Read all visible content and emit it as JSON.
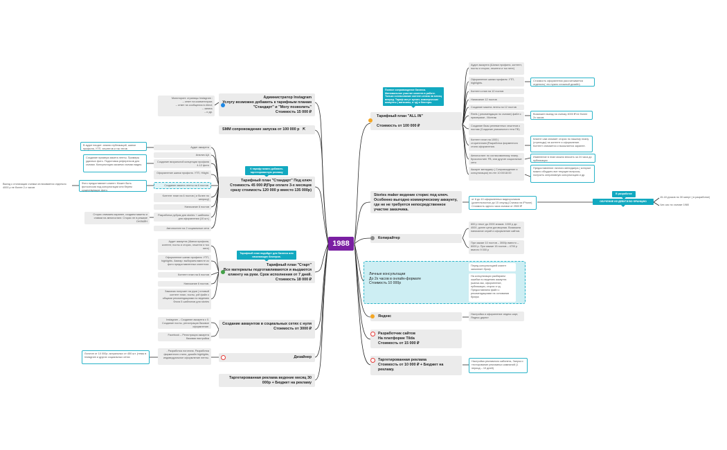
{
  "center": {
    "title": "1988"
  },
  "right": {
    "all_in": {
      "title": "Тарифный план \"ALL IN\"\n\nСтоимость от 100 000 ₽",
      "tag": "Полное сопровождение бизнеса. Минимальное участие клиента в работе. Только согласование контент-плана на месяц вперед. Тариф могут купить коммерческие аккаунты ( магазины, и тд) и блогеры.",
      "items": [
        "Аудит аккаунта (Шапка профиля, контент, посты и сторис, хештеги и тко нете)",
        "Оформление шапки профиля: УТП, highlights.",
        "Контент-план на 12 постов",
        "Написание 12 постов",
        "Создание макета ленты на 12 постов",
        "Reels ( рекомендации по съемке) файл с примерами - Монтаж",
        "Создание базы релевантных хештегов к постам (Создание уникального тега ПБ)",
        "Контент план на 1000 | сторителлинг(Разработка фирменного стиля оформления.",
        "Автопостинг по согласованному плану. Кросспостинг FB, или другие социальные сети",
        "Аккаунт менеджер ( Сопровождение и консультации) пн-птп 10:00/18:00"
      ],
      "notes": [
        "Стоимость оформления рассчитывается отдельно( что нужно сложный дизайн)",
        "Возможен выезд на съемку 4000 ₽ не более 2х часов.",
        "Клиент сам снимает сторис по нашему плану (стрельды) на контент и оформление. Контент снимается и высылается заранее.",
        "Изменение в план можно вносить за 24 часа до публикации",
        "Предоставление личного менеджера ( которые можно обсудить все текущие вопросы, получить оперативную консультацию и др."
      ]
    },
    "stories": {
      "title": "Stories maker ведение сторис под ключ. Особенно выгодно коммерческому аккаунту, где не не требуется непосредственное участие заказчика.",
      "note": "от 6 до 10 оформленных видеороликов (длительностью до 15 секунд.(Съемка на iPhone)\nСтоимость одного часа съемки от 2500 ₽",
      "tag": "В разработке",
      "extra_title": "ОБУЧЕНИЕ ИЗ ДЕВУГИ ВО ФРАНЦИЮ",
      "extra_items": [
        "15-18 уроков по 30 минут ( в разработке)",
        "Чат-час по съемке 1980"
      ]
    },
    "copywriter": {
      "title": "Копирайтер",
      "items": [
        "600 р текст до 2000 знаков. 1000 р до 4000. доплн цена договорная. Возможна написание серий и оформление сайтов.",
        "При заказе 10 постов – 3000р вместо – 6000 р. При заказе 15 постов – 4700 р вместо 9 000 р"
      ]
    },
    "consult": {
      "title": "Личные консультации\nДо 2х часов в онлайн-формате\nСтоимость 10 000р",
      "items": [
        "Перед консультацией клиент заполняет бриф",
        "На консультации разбираем ошибки по ведению аккаунта (шапка акк, оформление, публикации, сторис и тд.\nПредоставляем файл с рекомендациями на основании брифа"
      ]
    },
    "yandex": {
      "title": "Яндекс",
      "items": [
        "Настройка и оформление яндекс карт, Яндекс директ"
      ]
    },
    "tilda": {
      "title": "Разработчик сайтов\nНа платформе Tilda\nСтоимость от 15 000 ₽"
    },
    "target": {
      "title": "Таргетированная реклама\nСтоимость от 10 000 ₽ + Бюджет на рекламу.",
      "note": "Настройка рекламного кабинета, Запуск и тестирование рекламных кампаний (1 период – 10 дней)"
    }
  },
  "left": {
    "admin": {
      "title": "Администратор Instagram\nУслугу возможно добавить к тарифным планам \"Стандарт\" и \"Могу позволить\"\nСтоимость 15 000 ₽",
      "note": "Мониторинг страницы Instagram :\n– ответ на комментарии;\n– ответ на сообщения в direct;\n– запись\n– и др."
    },
    "smm": {
      "title": "SMM сопровождение запуска от 100 000 р"
    },
    "standard": {
      "title": "Тарифный план \"Стандарт\" Под ключ Стоимость 45 000 ₽(При оплате 3-х месяцев сразу стоимость 120 000 р вместо 135 000р)",
      "tag": "К тарифу можно добавить таргетированную рекламу",
      "items": [
        "Аудит аккаунта",
        "Анализ ЦА",
        "Создание визуальной концепции профиля 4-12 фото",
        "Оформление шапки профиля. УТП, Hilight.",
        "Создание макета ленты на 6 постов",
        "Контент план на 6 постов ( и более по запросу)",
        "Написание 6 постов",
        "Разработка рубрик для stories + шаблоны для оформления (10 шт.)",
        "Автопостинг на 2 социальные сети"
      ],
      "notes": [
        "В аудит входит: анализ публикаций, шапки профиля, УТП, хештегов и тко тегов",
        "Создание примера макета ленты. Примеры удачных фото. Подготовка референсов для съемки. Консультация касаемо съемки видео.",
        "Фото предоставляет клиент. Может быть фотосессия под консультации или берем существующие фото.",
        "Выезд к стилизации съемки оплачивается отдельно 4000 р не более 2-х часов",
        "Сторис снимаем заранее, создаем макеты и ставим на автопостинг. Сторис не в режиме ОНЛАЙН"
      ]
    },
    "start": {
      "title": "Тарифный план \"Старт\"\nВсе материалы подготавливаются и выдаются клиенту на руки. Срок исполнения от 7 дней. Стоимость 18 000 ₽",
      "tag": "Тарифный план подойдет для бизнеса или начинающих блогеров.",
      "items": [
        "Аудит аккаунта (Шапка профиля, контент, посты и сторис, хештеги и тко нете)",
        "Оформление шапки профиля: УТП, highlights. Аватар: выбираем вместе из фото предоставленных клиентом.",
        "Контент план на 6 постов",
        "Написание 6 постов.",
        "Заказчик получает на руки | готовый контент план, посты, pdf файл с общими рекомендациями по ведению блога 5 шаблонов для stories"
      ]
    },
    "socials": {
      "title": "Создание аккаунтов в социальных сетях с нуля\nСтоимость от 3000 ₽",
      "items": [
        "Instagram – Создание аккаунта с 0. Создание посты, регистрация базовое оформление.",
        "Facebook – Регистрация аккаунта базовая настройка"
      ]
    },
    "designer": {
      "title": "Дизайнер",
      "item": "- Разработка логотипа. Разработка фирменного стиля, дизайн highlights, индивидуальное оформление ленты.",
      "note": "Логотип от 10 000р. актуальных от 450 шт. (темы в Instagram и других социальных сетях"
    },
    "target_left": {
      "title": "Таргетированная реклама ведение месяц 30 000р + Бюджет на рекламу"
    }
  },
  "colors": {
    "central": "#7a1fa2",
    "accent": "#12a9c0",
    "blue_dot": "#1e88e5",
    "green_dot": "#43a047",
    "orange_dot": "#f5a623",
    "red_ring": "#e53935",
    "grey_dot": "#8a8a8a"
  }
}
